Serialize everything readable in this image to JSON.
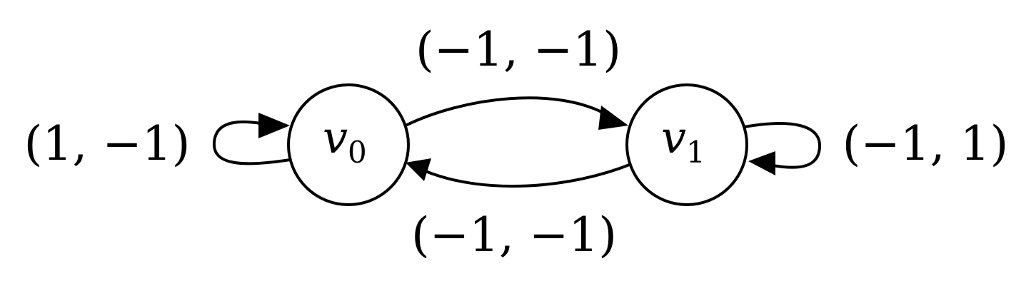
{
  "diagram": {
    "nodes": [
      {
        "id": "v0",
        "base": "v",
        "sub": "0"
      },
      {
        "id": "v1",
        "base": "v",
        "sub": "1"
      }
    ],
    "edges": [
      {
        "from": "v0",
        "to": "v0",
        "label": "(1, −1)"
      },
      {
        "from": "v0",
        "to": "v1",
        "label": "(−1, −1)"
      },
      {
        "from": "v1",
        "to": "v0",
        "label": "(−1, −1)"
      },
      {
        "from": "v1",
        "to": "v1",
        "label": "(−1, 1)"
      }
    ],
    "colors": {
      "stroke": "#000000",
      "background": "#ffffff"
    }
  }
}
